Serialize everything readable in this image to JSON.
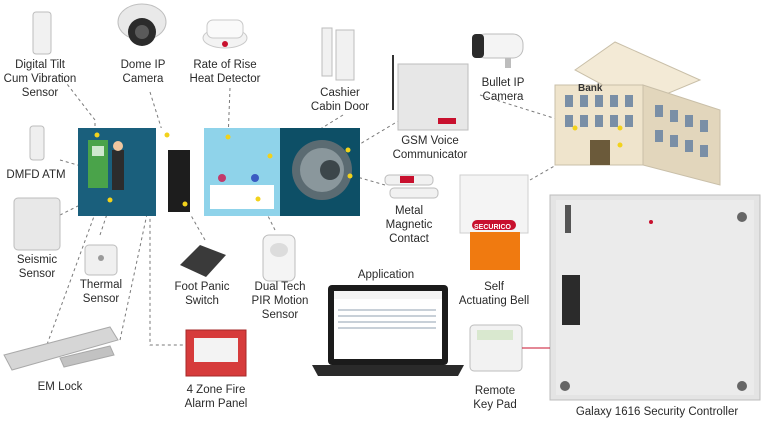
{
  "labels": {
    "tilt": [
      "Digital Tilt",
      "Cum Vibration",
      "Sensor"
    ],
    "dome": [
      "Dome IP",
      "Camera"
    ],
    "heat": [
      "Rate of Rise",
      "Heat Detector"
    ],
    "cashier": [
      "Cashier",
      "Cabin Door"
    ],
    "gsm": [
      "GSM Voice",
      "Communicator"
    ],
    "bullet": [
      "Bullet IP",
      "Camera"
    ],
    "dmfd": [
      "DMFD ATM"
    ],
    "seismic": [
      "Seismic",
      "Sensor"
    ],
    "thermal": [
      "Thermal",
      "Sensor"
    ],
    "foot": [
      "Foot Panic",
      "Switch"
    ],
    "pir": [
      "Dual Tech",
      "PIR Motion",
      "Sensor"
    ],
    "magnetic": [
      "Metal",
      "Magnetic",
      "Contact"
    ],
    "application": [
      "Application"
    ],
    "bell": [
      "Self",
      "Actuating Bell"
    ],
    "emlock": [
      "EM Lock"
    ],
    "fire": [
      "4 Zone Fire",
      "Alarm Panel"
    ],
    "keypad": [
      "Remote",
      "Key Pad"
    ],
    "controller": [
      "Galaxy 1616 Security Controller"
    ]
  },
  "bank_sign": "Bank",
  "brand_mark": "SECURICO",
  "colors": {
    "panel_bg": "#1f6f8f",
    "brand_red": "#c8102e",
    "connector": "#7a7a7a",
    "indicator": "#f2d21b",
    "bell_orange": "#f07a10"
  }
}
